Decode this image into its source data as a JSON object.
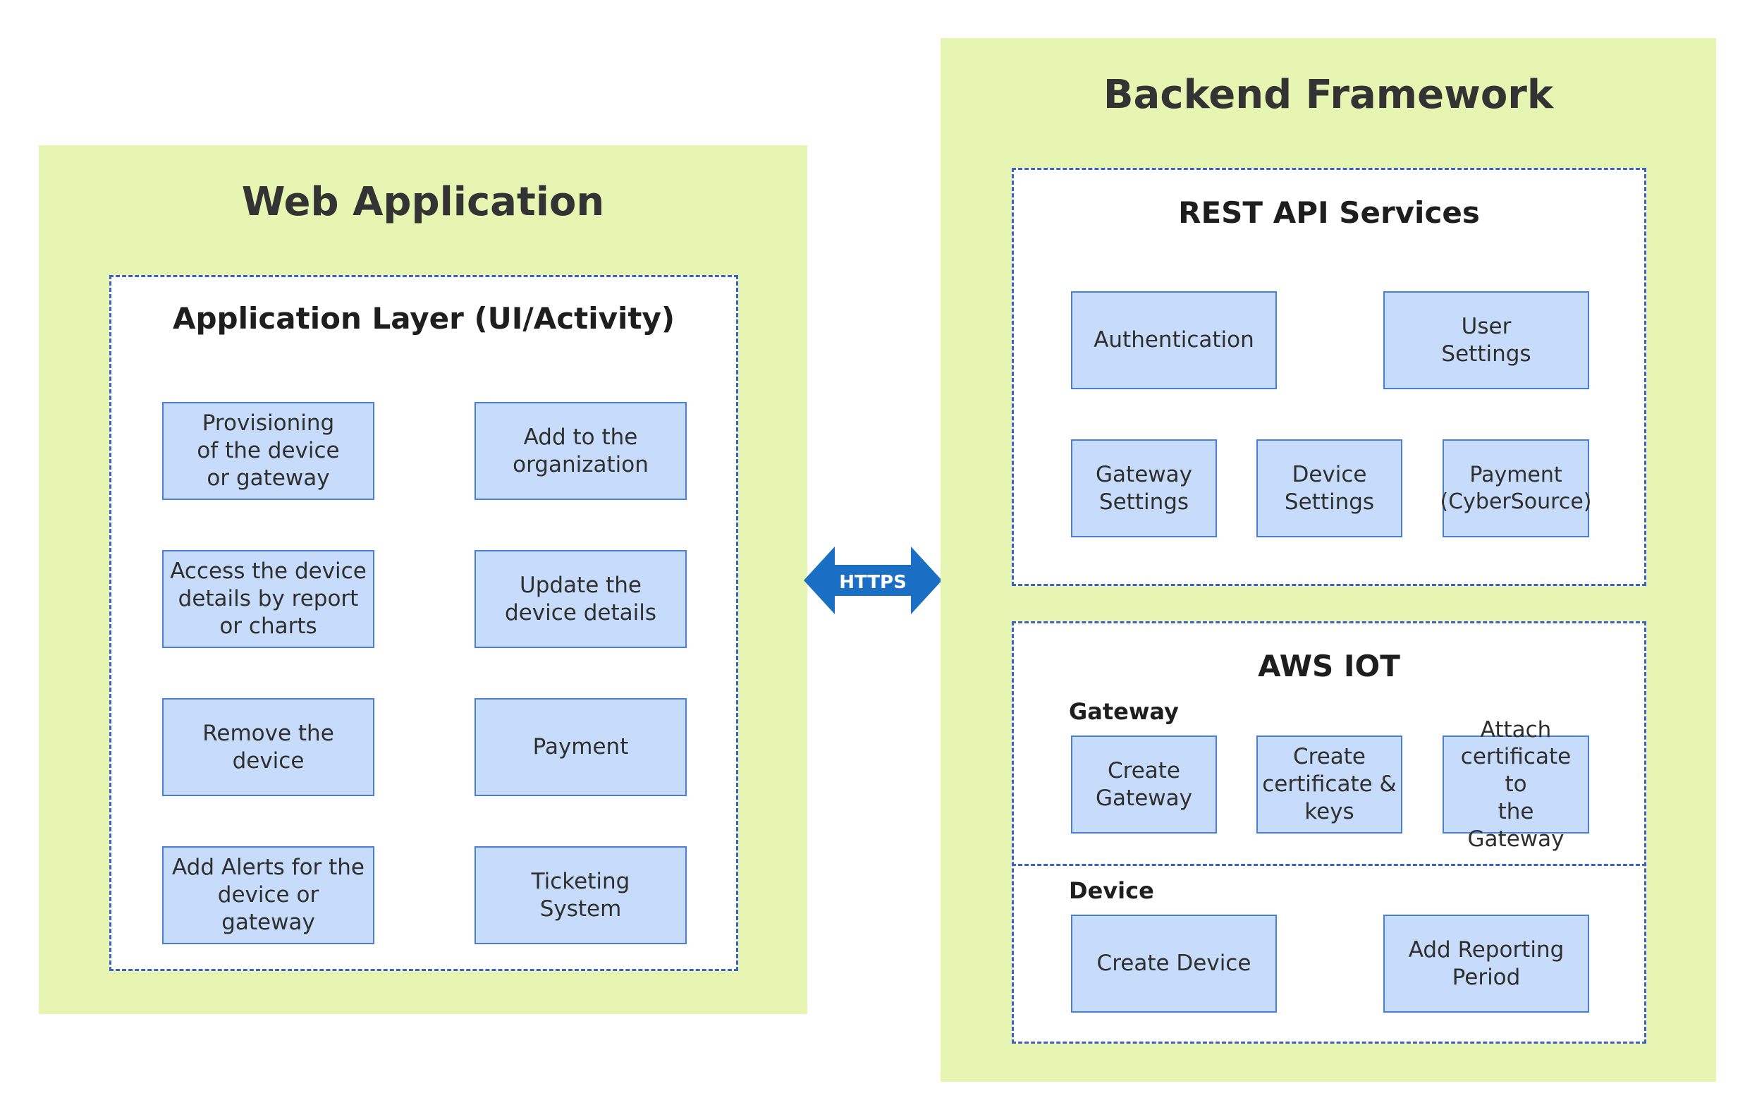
{
  "web_app": {
    "title": "Web Application",
    "section_title": "Application Layer (UI/Activity)",
    "boxes": [
      "Provisioning\nof the device\nor gateway",
      "Add to the\norganization",
      "Access the device\ndetails by report\nor charts",
      "Update the\ndevice details",
      "Remove the\ndevice",
      "Payment",
      "Add Alerts for the\ndevice or gateway",
      "Ticketing\nSystem"
    ]
  },
  "connector": {
    "label": "HTTPS",
    "color": "#1a6fc4"
  },
  "backend": {
    "title": "Backend Framework",
    "rest_api": {
      "title": "REST API Services",
      "boxes": [
        "Authentication",
        "User\nSettings",
        "Gateway\nSettings",
        "Device\nSettings",
        "Payment\n(CyberSource)"
      ]
    },
    "aws_iot": {
      "title": "AWS IOT",
      "gateway_label": "Gateway",
      "gateway_boxes": [
        "Create\nGateway",
        "Create\ncertificate &\nkeys",
        "Attach\ncertificate to\nthe Gateway"
      ],
      "device_label": "Device",
      "device_boxes": [
        "Create Device",
        "Add Reporting\nPeriod"
      ]
    }
  },
  "colors": {
    "panel_bg": "#e6f5b2",
    "box_fill": "#c7dcfb",
    "box_border": "#4a7fd6",
    "dashed_border": "#3d62c4"
  }
}
